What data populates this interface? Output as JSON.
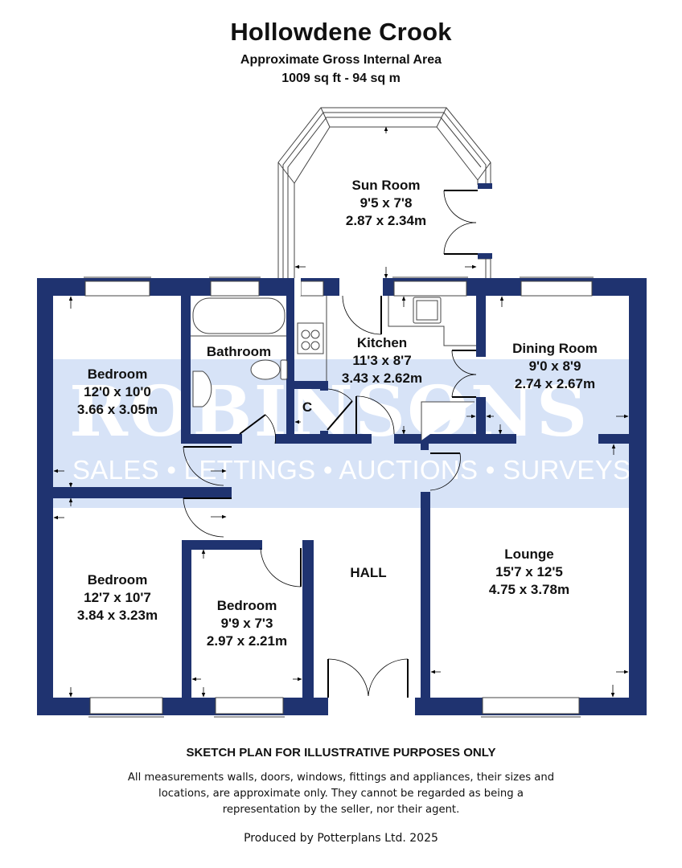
{
  "header": {
    "title": "Hollowdene Crook",
    "subtitle": "Approximate Gross Internal Area",
    "area": "1009 sq ft - 94 sq m"
  },
  "colors": {
    "wall": "#1f3370",
    "watermark_band": "#d7e3f7",
    "watermark_text": "#ffffff"
  },
  "watermark": {
    "brand": "ROBINSONS",
    "tagline": "SALES • LETTINGS • AUCTIONS • SURVEYS"
  },
  "rooms": {
    "sun_room": {
      "name": "Sun Room",
      "imperial": "9'5 x 7'8",
      "metric": "2.87 x 2.34m"
    },
    "bedroom1": {
      "name": "Bedroom",
      "imperial": "12'0 x 10'0",
      "metric": "3.66 x 3.05m"
    },
    "bathroom": {
      "name": "Bathroom"
    },
    "cupboard": {
      "name": "C"
    },
    "kitchen": {
      "name": "Kitchen",
      "imperial": "11'3 x 8'7",
      "metric": "3.43 x 2.62m"
    },
    "dining_room": {
      "name": "Dining Room",
      "imperial": "9'0 x 8'9",
      "metric": "2.74 x 2.67m"
    },
    "bedroom2": {
      "name": "Bedroom",
      "imperial": "12'7 x 10'7",
      "metric": "3.84 x 3.23m"
    },
    "bedroom3": {
      "name": "Bedroom",
      "imperial": "9'9 x 7'3",
      "metric": "2.97 x 2.21m"
    },
    "hall": {
      "name": "HALL"
    },
    "lounge": {
      "name": "Lounge",
      "imperial": "15'7 x 12'5",
      "metric": "4.75 x 3.78m"
    }
  },
  "footer": {
    "heading": "SKETCH PLAN FOR ILLUSTRATIVE PURPOSES ONLY",
    "disclaimer": "All measurements walls, doors, windows, fittings and appliances, their sizes and locations, are approximate only. They cannot be regarded as being a representation by the seller, nor their agent.",
    "producer": "Produced by Potterplans Ltd. 2025"
  }
}
